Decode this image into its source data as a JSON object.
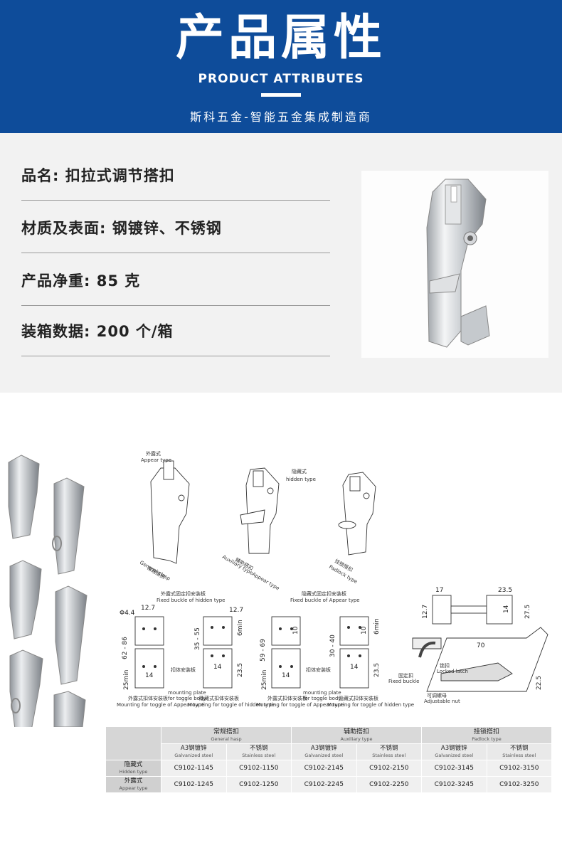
{
  "banner": {
    "title": "产品属性",
    "subtitle": "PRODUCT ATTRIBUTES",
    "tagline": "斯科五金-智能五金集成制造商"
  },
  "attributes": [
    {
      "label": "品名",
      "value": "扣拉式调节搭扣"
    },
    {
      "label": "材质及表面",
      "value": "钢镀锌、不锈钢"
    },
    {
      "label": "产品净重",
      "value": "85 克"
    },
    {
      "label": "装箱数据",
      "value": "200 个/箱"
    }
  ],
  "drawings": {
    "appear_cn": "外露式",
    "appear_en": "Appear type",
    "hidden_cn": "隐藏式",
    "hidden_en": "hidden type",
    "general_cn": "常规搭扣",
    "general_en": "General clasp",
    "aux_cn": "辅助搭扣",
    "aux_en": "Auxiliary typeAppear type",
    "padlock_cn": "挂锁搭扣",
    "padlock_en": "Padlock type",
    "fixed_hidden_cn": "外露式固定扣安装板",
    "fixed_hidden_en": "Fixed buckle of hidden type",
    "fixed_appear_cn": "隐藏式固定扣安装板",
    "fixed_appear_en": "Fixed buckle of Appear type",
    "toggle_cn": "扣体安装板",
    "toggle_en_1": "mounting plate",
    "toggle_en_2": "for toggle body",
    "mount_appear_cn": "外露式扣体安装板",
    "mount_appear_en": "Mounting for toggle of Appear type",
    "mount_hidden_cn": "隐藏式扣体安装板",
    "mount_hidden_en": "Mounting for toggle of hidden type",
    "locked_cn": "锁扣",
    "locked_en": "Locked latch",
    "fixed_cn": "固定扣",
    "fixed_en": "Fixed buckle",
    "adj_cn": "可调螺母",
    "adj_en": "Adjustable nut",
    "dims": {
      "d1": "12.7",
      "d2": "Φ4.4",
      "d3": "62 - 86",
      "d4": "25min",
      "d5": "14",
      "d6": "12.7",
      "d7": "35 - 55",
      "d8": "6min",
      "d9": "14",
      "d10": "23.5",
      "d11": "10",
      "d12": "59 - 69",
      "d13": "25min",
      "d14": "14",
      "d15": "10",
      "d16": "30 - 40",
      "d17": "6min",
      "d18": "14",
      "d19": "23.5",
      "d20": "17",
      "d21": "23.5",
      "d22": "12.7",
      "d23": "14",
      "d24": "27.5",
      "d25": "70",
      "d26": "22.5"
    }
  },
  "table": {
    "groups": [
      {
        "cn": "常规搭扣",
        "en": "General hasp"
      },
      {
        "cn": "辅助搭扣",
        "en": "Auxiliary type"
      },
      {
        "cn": "挂锁搭扣",
        "en": "Padlock type"
      }
    ],
    "materials": [
      {
        "cn": "A3钢镀锌",
        "en": "Galvanized steel"
      },
      {
        "cn": "不锈钢",
        "en": "Stainless steel"
      },
      {
        "cn": "A3钢镀锌",
        "en": "Galvanized steel"
      },
      {
        "cn": "不锈钢",
        "en": "Stainless steel"
      },
      {
        "cn": "A3钢镀锌",
        "en": "Galvanized steel"
      },
      {
        "cn": "不锈钢",
        "en": "Stainless steel"
      }
    ],
    "rows": [
      {
        "cn": "隐藏式",
        "en": "Hidden type",
        "values": [
          "C9102-1145",
          "C9102-1150",
          "C9102-2145",
          "C9102-2150",
          "C9102-3145",
          "C9102-3150"
        ]
      },
      {
        "cn": "外露式",
        "en": "Appear type",
        "values": [
          "C9102-1245",
          "C9102-1250",
          "C9102-2245",
          "C9102-2250",
          "C9102-3245",
          "C9102-3250"
        ]
      }
    ]
  },
  "colors": {
    "banner": "#0e4c9a",
    "section_bg": "#f2f2f2"
  }
}
